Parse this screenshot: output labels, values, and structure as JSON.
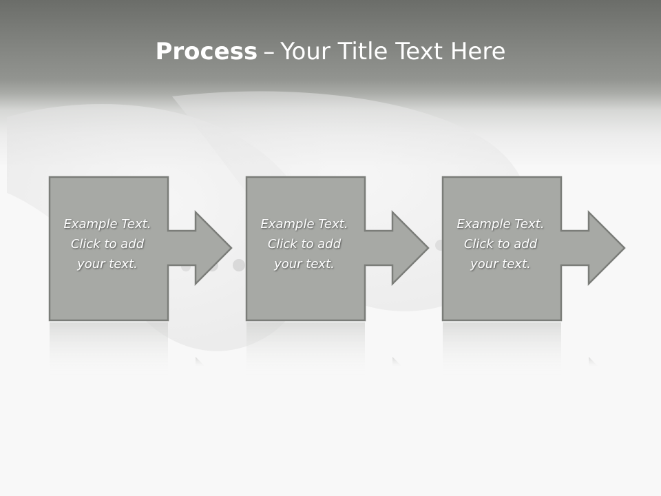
{
  "slide": {
    "title_bold": "Process",
    "title_separator": "–",
    "title_rest": "Your Title Text Here"
  },
  "steps": [
    {
      "line1": "Example Text.",
      "line2": "Click  to add",
      "line3": "your text."
    },
    {
      "line1": "Example Text.",
      "line2": "Click  to add",
      "line3": "your text."
    },
    {
      "line1": "Example Text.",
      "line2": "Click  to add",
      "line3": "your text."
    }
  ],
  "colors": {
    "box_fill": "#a7a9a5",
    "box_border": "#7b7d79",
    "title_text": "#ffffff",
    "step_text": "#ffffff"
  }
}
